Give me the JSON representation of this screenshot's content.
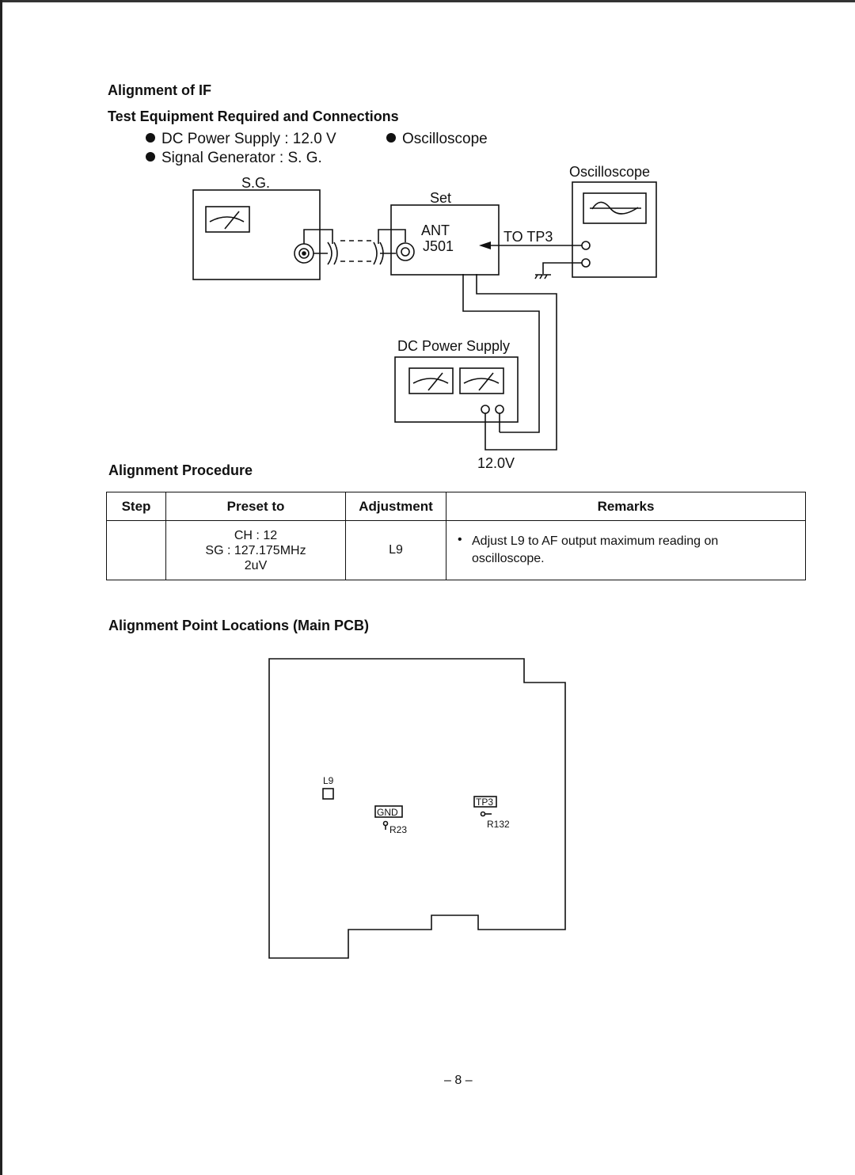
{
  "title": "Alignment of IF",
  "equipment": {
    "heading": "Test Equipment Required and Connections",
    "items": [
      "DC Power Supply : 12.0 V",
      "Oscilloscope",
      "Signal Generator : S. G."
    ]
  },
  "connection_diagram": {
    "sg_label": "S.G.",
    "set_label": "Set",
    "ant_label": "ANT",
    "jack_label": "J501",
    "to_tp3_label": "TO  TP3",
    "oscilloscope_label": "Oscilloscope",
    "dc_supply_label": "DC  Power  Supply",
    "voltage_label": "12.0V"
  },
  "procedure": {
    "heading": "Alignment Procedure",
    "columns": [
      "Step",
      "Preset to",
      "Adjustment",
      "Remarks"
    ],
    "rows": [
      {
        "step": "",
        "preset": [
          "CH : 12",
          "SG : 127.175MHz",
          "2uV"
        ],
        "adjustment": "L9",
        "remarks": "Adjust L9 to AF output maximum reading on oscilloscope."
      }
    ]
  },
  "locations": {
    "heading": "Alignment Point Locations (Main PCB)",
    "labels": {
      "l9": "L9",
      "gnd": "GND",
      "r23": "R23",
      "tp3": "TP3",
      "r132": "R132"
    }
  },
  "page_number": "– 8 –"
}
